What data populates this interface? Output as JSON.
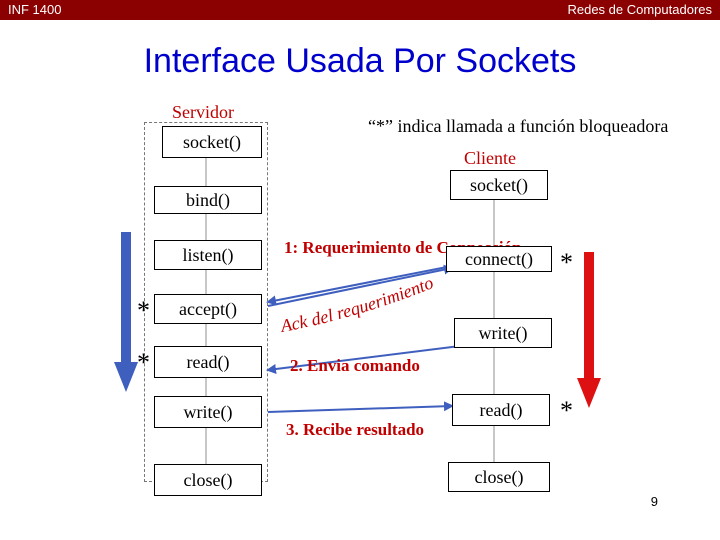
{
  "header": {
    "left": "INF 1400",
    "right": "Redes de Computadores"
  },
  "title": "Interface Usada Por Sockets",
  "server": {
    "label": "Servidor",
    "calls": [
      "socket()",
      "bind()",
      "listen()",
      "accept()",
      "read()",
      "write()",
      "close()"
    ]
  },
  "client": {
    "label": "Cliente",
    "calls": [
      "socket()",
      "connect()",
      "write()",
      "read()",
      "close()"
    ]
  },
  "note": "“*” indica llamada a función bloqueadora",
  "blocking_mark": "*",
  "messages": {
    "conn_request": "1: Requerimiento de Connección",
    "ack": "Ack del requerimiento",
    "send_command": "2. Envia comando",
    "receive_result": "3. Recibe resultado"
  },
  "page_number": "9",
  "colors": {
    "header_bg": "#8b0000",
    "title": "#0000cc",
    "server_arrow": "#3f5fbf",
    "client_arrow": "#dd1111",
    "message_arrow": "#3f5fbf",
    "label_red": "#c00000"
  }
}
